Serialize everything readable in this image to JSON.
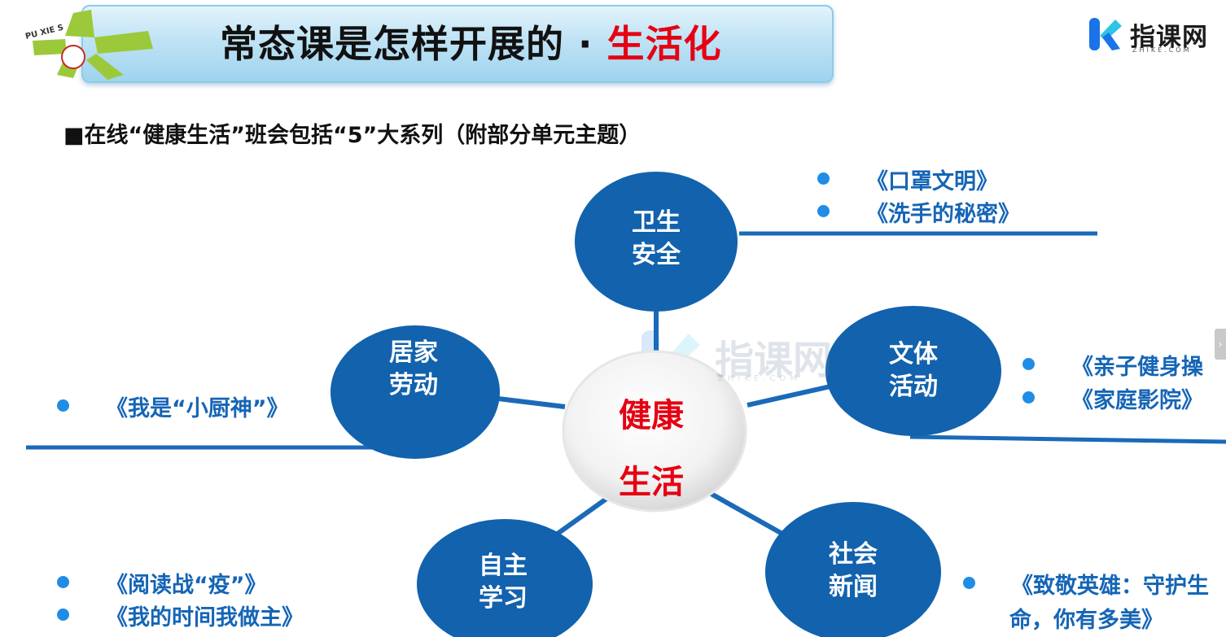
{
  "header": {
    "title_main": "常态课是怎样开展的 · ",
    "title_highlight": "生活化",
    "school_logo_text": "PU XIE S",
    "colors": {
      "highlight": "#e60012",
      "banner": "#bfe3f5"
    }
  },
  "brand": {
    "name": "指课网",
    "sub": "ZHIKE.COM",
    "colors": {
      "blue": "#1a73e8",
      "cyan": "#2ec4e6"
    }
  },
  "subtitle": "■在线“健康生活”班会包括“5”大系列（附部分单元主题）",
  "center": {
    "line1": "健康",
    "line2": "生活",
    "color": "#e60012"
  },
  "nodes": {
    "hygiene": {
      "line1": "卫生",
      "line2": "安全",
      "topics": [
        "《口罩文明》",
        "《洗手的秘密》"
      ]
    },
    "sports": {
      "line1": "文体",
      "line2": "活动",
      "topics": [
        "《亲子健身操",
        "《家庭影院》"
      ]
    },
    "housework": {
      "line1": "居家",
      "line2": "劳动",
      "topics": [
        "《我是“小厨神”》"
      ]
    },
    "study": {
      "line1": "自主",
      "line2": "学习",
      "topics": [
        "《阅读战“疫”》",
        "《我的时间我做主》"
      ]
    },
    "news": {
      "line1": "社会",
      "line2": "新闻",
      "topics": [
        "《致敬英雄：守护生",
        "命，你有多美》"
      ]
    }
  },
  "watermark": {
    "text": "指课网",
    "sub": "ZHIKE.COM"
  },
  "colors": {
    "node": "#1262ad",
    "topic_text": "#1565b6",
    "bullet": "#1f8de6",
    "connector": "#1a6ab8"
  }
}
